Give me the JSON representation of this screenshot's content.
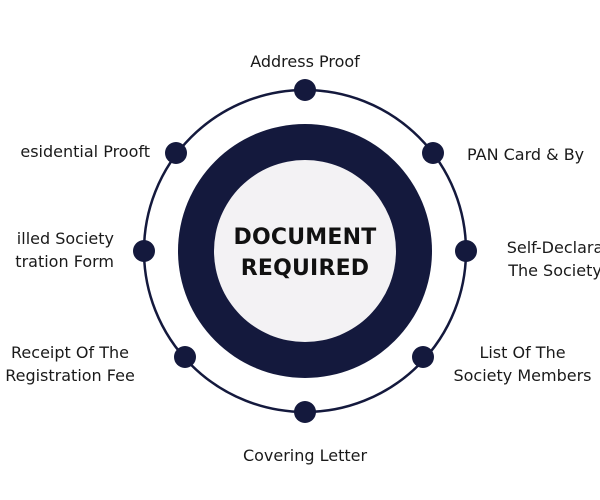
{
  "center": {
    "line1": "DOCUMENT",
    "line2": "REQUIRED"
  },
  "colors": {
    "navy": "#14193d",
    "inner_fill": "#f3f2f4",
    "ring_stroke": "#14193d",
    "background": "#ffffff",
    "text": "#1a1a1a"
  },
  "items": [
    {
      "lines": [
        "Address Proof"
      ]
    },
    {
      "lines": [
        "PAN Card & By"
      ]
    },
    {
      "lines": [
        "Self-Declara",
        "The Society"
      ]
    },
    {
      "lines": [
        "List Of The",
        "Society Members"
      ]
    },
    {
      "lines": [
        "Covering Letter"
      ]
    },
    {
      "lines": [
        "Receipt Of The",
        "Registration Fee"
      ]
    },
    {
      "lines": [
        "illed Society",
        "tration Form"
      ]
    },
    {
      "lines": [
        "esidential Prooft"
      ]
    }
  ]
}
